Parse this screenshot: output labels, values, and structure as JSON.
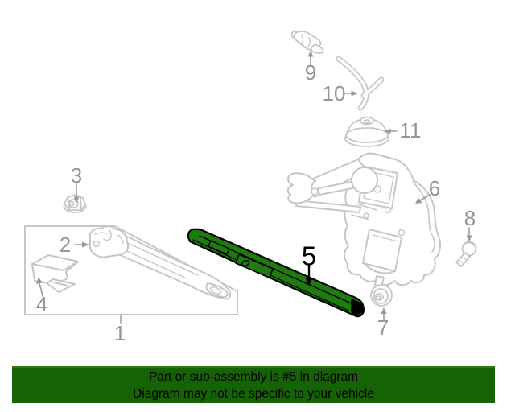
{
  "banner": {
    "line1": "Part or sub-assembly is #5 in diagram",
    "line2": "Diagram may not be specific to your vehicle",
    "background": "#166206",
    "text_color": "#000000"
  },
  "diagram": {
    "highlighted_part": "5",
    "highlight_color": "#1f7a0f",
    "line_color": "#c6c6c6",
    "label_color": "#969696",
    "highlight_label_color": "#000000",
    "callouts": [
      {
        "label": "1"
      },
      {
        "label": "2"
      },
      {
        "label": "3"
      },
      {
        "label": "4"
      },
      {
        "label": "5"
      },
      {
        "label": "6"
      },
      {
        "label": "7"
      },
      {
        "label": "8"
      },
      {
        "label": "9"
      },
      {
        "label": "10"
      },
      {
        "label": "11"
      }
    ]
  }
}
